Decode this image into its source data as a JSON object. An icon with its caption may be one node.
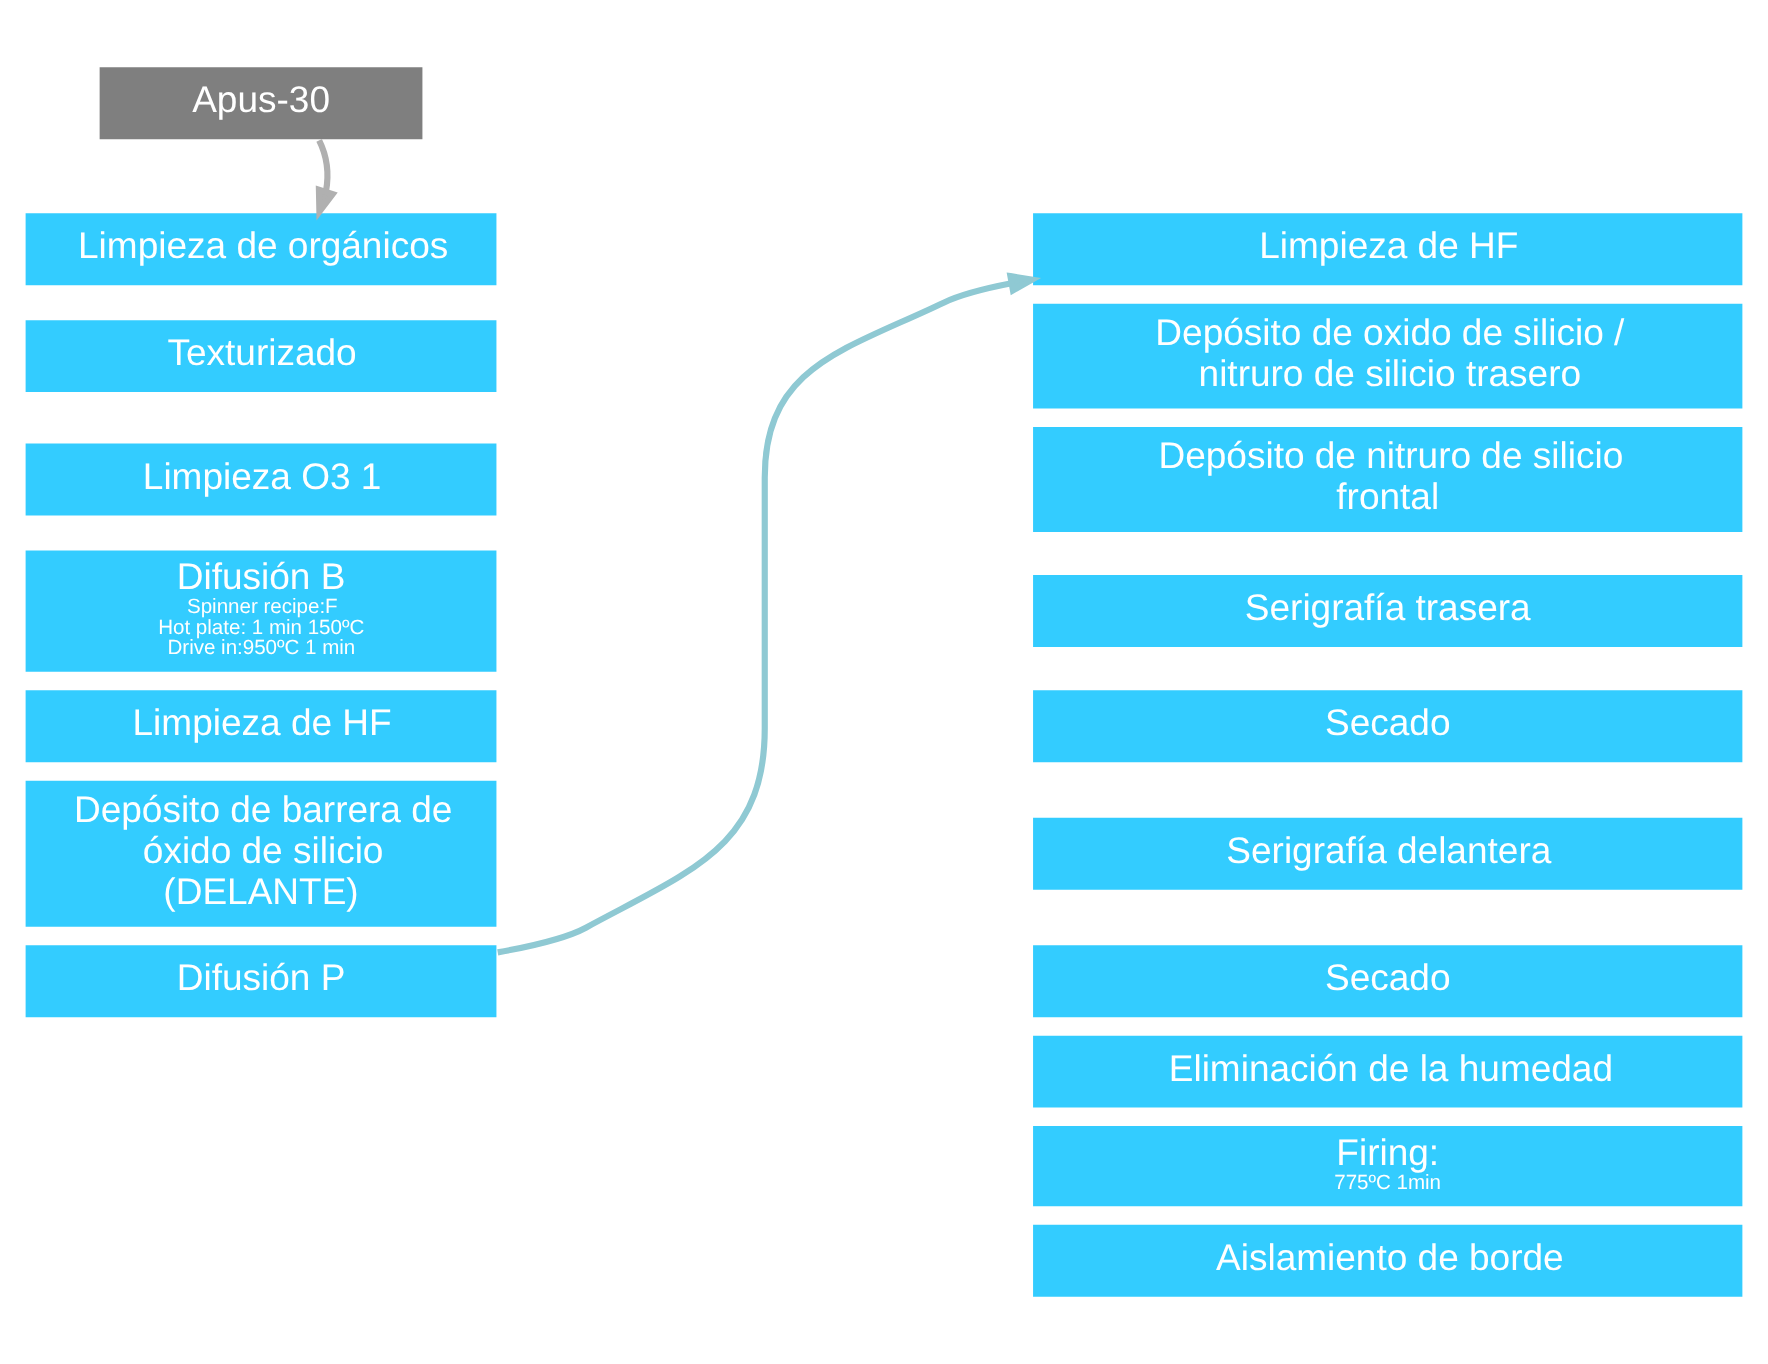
{
  "diagram": {
    "nodes": [
      {
        "text": [
          "Apus-30"
        ]
      },
      {
        "text": [
          "Limpieza de orgánicos"
        ]
      },
      {
        "text": [
          "Texturizado"
        ]
      },
      {
        "text": [
          "Limpieza O3 1"
        ]
      },
      {
        "text": [
          "Difusión B",
          "Spinner recipe:F",
          "Hot plate: 1 min 150ºC",
          "Drive in:950ºC 1 min"
        ]
      },
      {
        "text": [
          "Limpieza de HF"
        ]
      },
      {
        "text": [
          "Depósito de barrera de óxido de silicio (DELANTE)"
        ]
      },
      {
        "text": [
          "Difusión P"
        ]
      },
      {
        "text": [
          "Limpieza de HF"
        ]
      },
      {
        "text": [
          "Depósito de oxido de silicio / nitruro de silicio trasero"
        ]
      },
      {
        "text": [
          "Depósito de nitruro de silicio frontal"
        ]
      },
      {
        "text": [
          "Serigrafía trasera"
        ]
      },
      {
        "text": [
          "Secado"
        ]
      },
      {
        "text": [
          "Serigrafía delantera"
        ]
      },
      {
        "text": [
          "Secado"
        ]
      },
      {
        "text": [
          "Eliminación de la humedad"
        ]
      },
      {
        "text": [
          "Firing:",
          "775ºC 1min"
        ]
      },
      {
        "text": [
          "Aislamiento de borde"
        ]
      }
    ],
    "edges": [
      {
        "from": 0,
        "to": 1,
        "arrow": "to",
        "color": "#b0b0b0"
      },
      {
        "from": 7,
        "to": 8,
        "arrow": "to",
        "color": "#8fc9d3"
      }
    ]
  }
}
